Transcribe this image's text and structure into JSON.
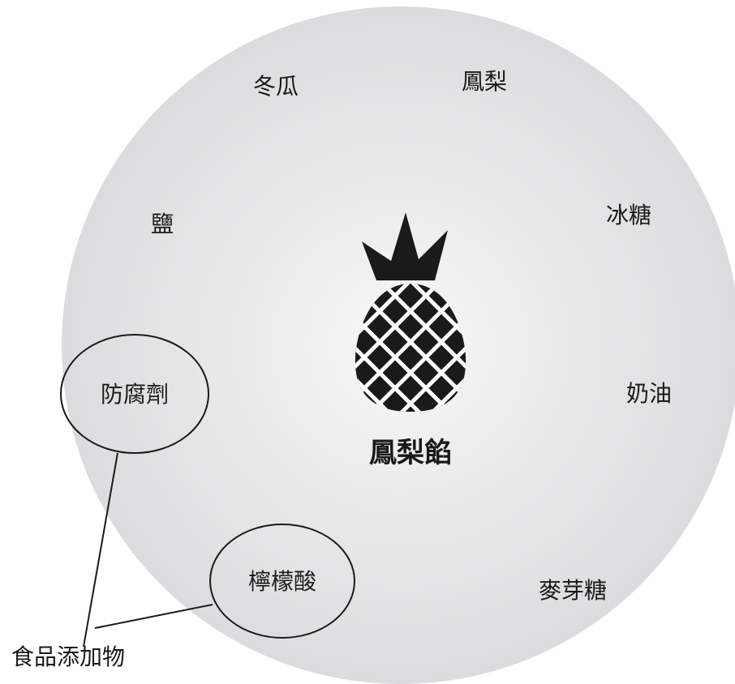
{
  "center": {
    "label": "鳳梨餡",
    "icon": "pineapple-icon"
  },
  "ingredients": [
    {
      "id": "winter-melon",
      "label": "冬瓜"
    },
    {
      "id": "pineapple",
      "label": "鳳梨"
    },
    {
      "id": "rock-sugar",
      "label": "冰糖"
    },
    {
      "id": "butter",
      "label": "奶油"
    },
    {
      "id": "maltose",
      "label": "麥芽糖"
    },
    {
      "id": "salt",
      "label": "鹽"
    }
  ],
  "additives": [
    {
      "id": "preservative",
      "label": "防腐劑"
    },
    {
      "id": "citric-acid",
      "label": "檸檬酸"
    }
  ],
  "callout": {
    "label": "食品添加物"
  },
  "colors": {
    "circle_center": "#f7f7f8",
    "circle_edge": "#dcdcde",
    "ink": "#1a1a1a",
    "pineapple": "#1a1a1a",
    "lattice": "#ffffff"
  }
}
